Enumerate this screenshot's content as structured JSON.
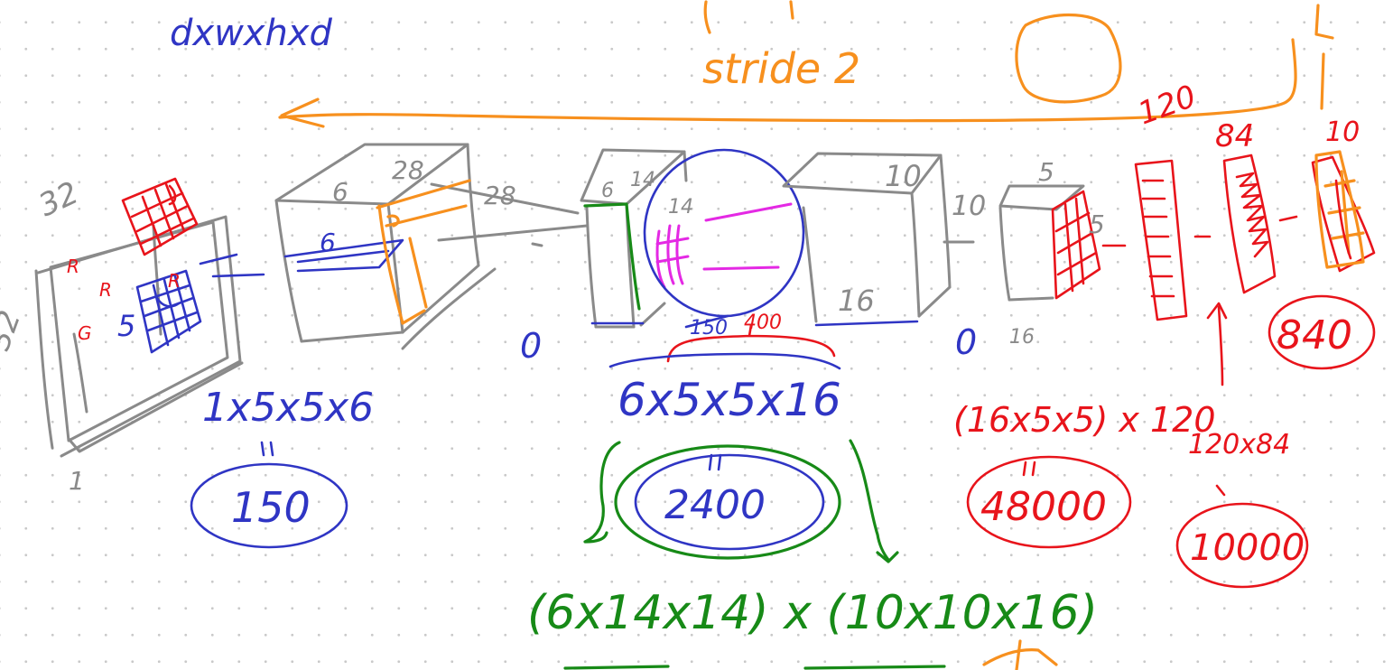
{
  "colors": {
    "blue": "#2f35c4",
    "red": "#e8141b",
    "orange": "#f7901e",
    "green": "#178a17",
    "gray": "#8a8a8a",
    "magenta": "#e429e4",
    "dot_grid": "#c9c9c9"
  },
  "labels": {
    "dims_formula": "dxwxhxd",
    "stride": "stride 2",
    "input_h": "32",
    "input_w": "32",
    "input_d": "1",
    "kernel1": "5",
    "conv1_depth": "6",
    "conv1_size": "28",
    "conv1_size_side": "28",
    "conv1_depth_inner": "6",
    "pool1_depth": "6",
    "pool1_w": "14",
    "pool1_h": "14",
    "conv2_w": "10",
    "conv2_h": "10",
    "conv2_d": "16",
    "pool2_s": "5",
    "pool2_s_side": "5",
    "pool2_depth": "16",
    "fc1": "120",
    "fc2": "84",
    "fc3": "10",
    "param1_formula": "1x5x5x6",
    "param1_total": "150",
    "param2_formula": "6x5x5x16",
    "param2_total": "2400",
    "param2_note_strike": "150",
    "param2_note": "400",
    "connections_formula": "(6x14x14) x (10x10x16)",
    "fc1_formula": "(16x5x5) x 120",
    "fc1_total": "48000",
    "fc2_formula": "120x84",
    "fc2_total": "10000",
    "fc3_total": "840",
    "zero_a": "0",
    "zero_b": "0"
  }
}
